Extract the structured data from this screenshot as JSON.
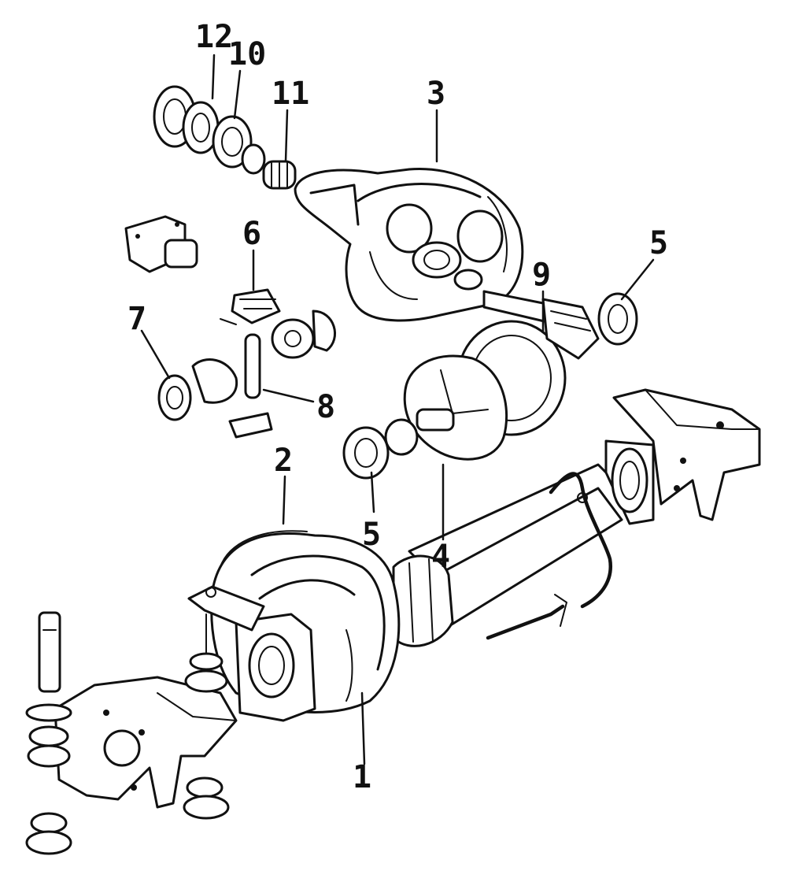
{
  "callouts": [
    {
      "id": "c1",
      "label": "1"
    },
    {
      "id": "c2",
      "label": "2"
    },
    {
      "id": "c3",
      "label": "3"
    },
    {
      "id": "c4",
      "label": "4"
    },
    {
      "id": "c5a",
      "label": "5"
    },
    {
      "id": "c5b",
      "label": "5"
    },
    {
      "id": "c6",
      "label": "6"
    },
    {
      "id": "c7",
      "label": "7"
    },
    {
      "id": "c8",
      "label": "8"
    },
    {
      "id": "c9",
      "label": "9"
    },
    {
      "id": "c10",
      "label": "10"
    },
    {
      "id": "c11",
      "label": "11"
    },
    {
      "id": "c12",
      "label": "12"
    }
  ],
  "colors": {
    "ink": "#111111",
    "paper": "#ffffff"
  }
}
